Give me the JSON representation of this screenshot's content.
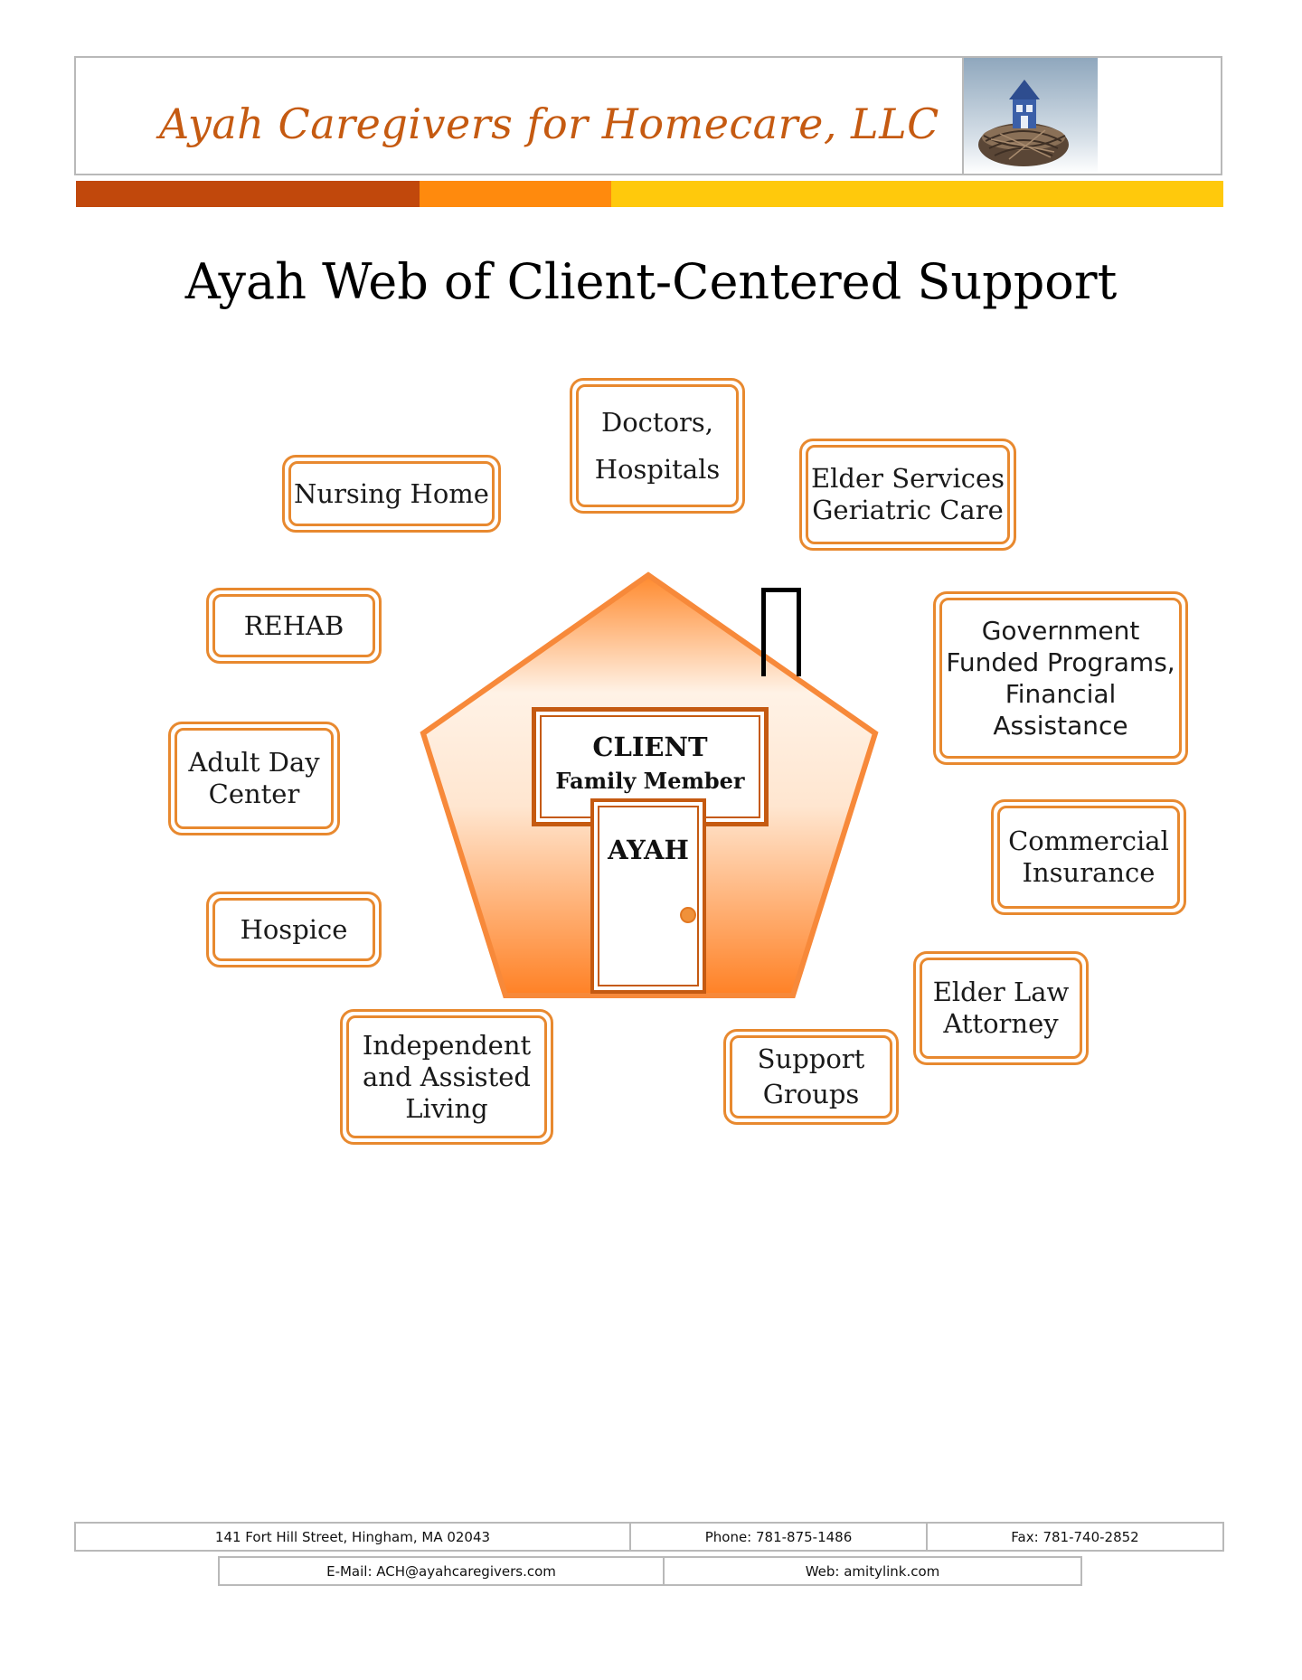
{
  "header": {
    "company_name": "Ayah Caregivers for Homecare, LLC",
    "logo_icon": "house-in-nest-icon"
  },
  "colors": {
    "brand_orange": "#c55a11",
    "stripe_dark": "#c1480c",
    "stripe_mid": "#ff8a0d",
    "stripe_light": "#ffc90c",
    "box_border": "#e8892f"
  },
  "title": "Ayah Web of Client-Centered Support",
  "center": {
    "client": "CLIENT",
    "family": "Family Member",
    "ayah": "AYAH"
  },
  "nodes": {
    "doctors": "Doctors,\nHospitals",
    "nursing_home": "Nursing Home",
    "elder_services": "Elder Services\nGeriatric Care",
    "rehab": "REHAB",
    "government": "Government\nFunded Programs,\nFinancial\nAssistance",
    "adult_day": "Adult Day\nCenter",
    "commercial_insurance": "Commercial\nInsurance",
    "hospice": "Hospice",
    "elder_law": "Elder Law\nAttorney",
    "independent_living": "Independent\nand Assisted\nLiving",
    "support_groups": "Support\nGroups"
  },
  "footer": {
    "address": "141 Fort Hill Street, Hingham, MA 02043",
    "phone": "Phone: 781-875-1486",
    "fax": "Fax: 781-740-2852",
    "email": "E-Mail: ACH@ayahcaregivers.com",
    "web": "Web: amitylink.com"
  }
}
